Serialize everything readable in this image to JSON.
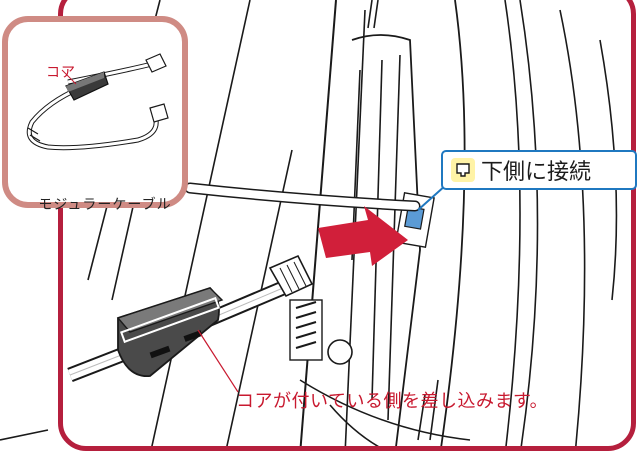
{
  "inset": {
    "core_label": "コア",
    "cable_label": "モジュラーケーブル"
  },
  "callout": {
    "text": "下側に接続"
  },
  "caption": {
    "text": "コアが付いている側を差し込みます。"
  },
  "colors": {
    "frame": "#b51f3d",
    "inset_border": "#cf8b84",
    "accent_red": "#c8192f",
    "callout_blue": "#1f78c0",
    "port_icon_bg": "#fff3a6"
  }
}
